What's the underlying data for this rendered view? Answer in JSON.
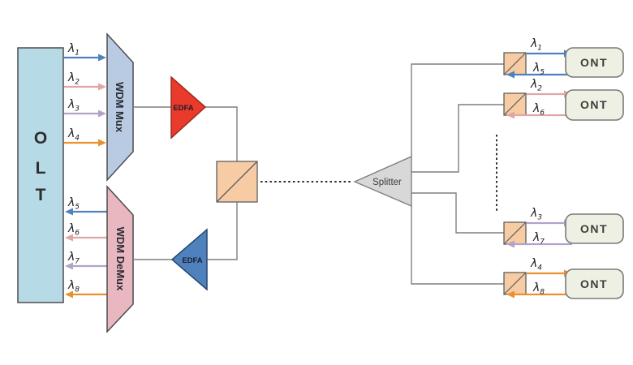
{
  "colors": {
    "lambda_blue": "#4f81bd",
    "lambda_pink": "#e0a6a6",
    "lambda_purple": "#b2a2c7",
    "lambda_orange": "#e8922f",
    "olt_fill": "#b7dbe6",
    "mux_fill": "#b9cbe2",
    "demux_fill": "#e9b7c0",
    "edfa_downstream_fill": "#e93a2c",
    "edfa_upstream_fill": "#4f81bd",
    "coupler_fill": "#f7cba3",
    "splitter_fill": "#d8d8d8",
    "ont_fill": "#eef0e3"
  },
  "olt": {
    "letters": [
      "O",
      "L",
      "T"
    ]
  },
  "mux": {
    "label": "WDM Mux"
  },
  "demux": {
    "label": "WDM DeMux"
  },
  "edfa_downstream": {
    "label": "EDFA"
  },
  "edfa_upstream": {
    "label": "EDFA"
  },
  "splitter": {
    "label": "Splitter"
  },
  "downstream_wavelengths": [
    {
      "symbol": "λ",
      "sub": "1"
    },
    {
      "symbol": "λ",
      "sub": "2"
    },
    {
      "symbol": "λ",
      "sub": "3"
    },
    {
      "symbol": "λ",
      "sub": "4"
    }
  ],
  "upstream_wavelengths": [
    {
      "symbol": "λ",
      "sub": "5"
    },
    {
      "symbol": "λ",
      "sub": "6"
    },
    {
      "symbol": "λ",
      "sub": "7"
    },
    {
      "symbol": "λ",
      "sub": "8"
    }
  ],
  "ont_branches": [
    {
      "down": {
        "symbol": "λ",
        "sub": "1"
      },
      "up": {
        "symbol": "λ",
        "sub": "5"
      },
      "ont": "ONT"
    },
    {
      "down": {
        "symbol": "λ",
        "sub": "2"
      },
      "up": {
        "symbol": "λ",
        "sub": "6"
      },
      "ont": "ONT"
    },
    {
      "down": {
        "symbol": "λ",
        "sub": "3"
      },
      "up": {
        "symbol": "λ",
        "sub": "7"
      },
      "ont": "ONT"
    },
    {
      "down": {
        "symbol": "λ",
        "sub": "4"
      },
      "up": {
        "symbol": "λ",
        "sub": "8"
      },
      "ont": "ONT"
    }
  ]
}
